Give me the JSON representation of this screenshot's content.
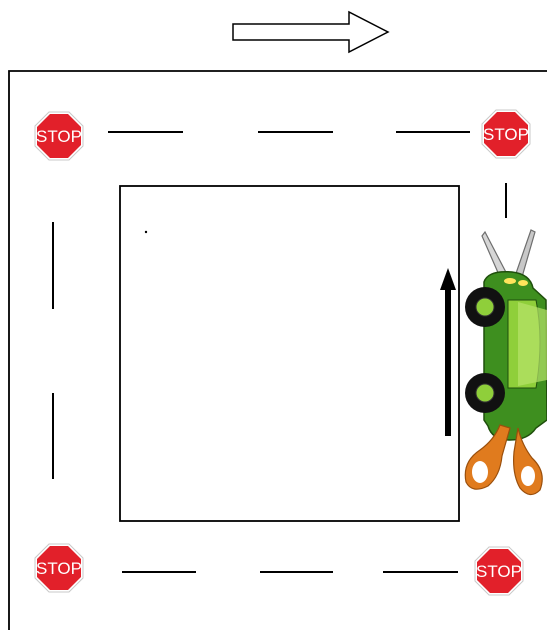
{
  "stop_signs": [
    {
      "corner": "top-left",
      "label": "STOP"
    },
    {
      "corner": "top-right",
      "label": "STOP"
    },
    {
      "corner": "bottom-left",
      "label": "STOP"
    },
    {
      "corner": "bottom-right",
      "label": "STOP"
    }
  ],
  "direction_arrow": {
    "direction": "right",
    "style": "outline"
  },
  "travel_arrow": {
    "direction": "up"
  },
  "car": {
    "color": "#3e8f1f",
    "facing": "up"
  },
  "scissors": {
    "handle_color": "#e07b1e"
  },
  "colors": {
    "stop_red": "#e2202a",
    "line": "#000000",
    "background": "#ffffff"
  }
}
